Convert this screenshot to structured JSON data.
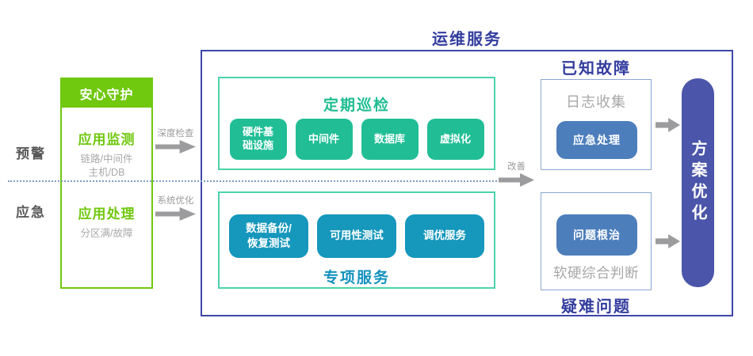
{
  "left_rail": {
    "warning_label": "预警",
    "emergency_label": "应急"
  },
  "guard": {
    "header": "安心守护",
    "monitor_title": "应用监测",
    "monitor_sub1": "链路/中间件",
    "monitor_sub2": "主机/DB",
    "handle_title": "应用处理",
    "handle_sub1": "分区满/故障"
  },
  "flow_labels": {
    "deep_check": "深度检查",
    "system_optimize": "系统优化",
    "improve": "改善"
  },
  "ops": {
    "title": "运维服务",
    "inspection": {
      "title": "定期巡检",
      "items": [
        "硬件基\n础设施",
        "中间件",
        "数据库",
        "虚拟化"
      ]
    },
    "special": {
      "title": "专项服务",
      "items": [
        "数据备份/\n恢复测试",
        "可用性测试",
        "调优服务"
      ]
    },
    "known_faults": {
      "title": "已知故障",
      "label": "日志收集",
      "chip": "应急处理"
    },
    "difficult": {
      "title": "疑难问题",
      "chip": "问题根治",
      "label": "软硬综合判断"
    },
    "pill": "方案优化"
  },
  "colors": {
    "bright_green": "#70C80F",
    "emerald": "#21BE96",
    "emerald_border": "#4BD3A9",
    "cyan": "#1697BC",
    "cyan_title": "#1492BE",
    "indigo_text": "#333D9E",
    "indigo_border": "#3C46A8",
    "pill_bg": "#4B55A9",
    "steel_blue": "#4D7EBC",
    "light_blue_border": "#8CA6D2",
    "gray_text": "#A8A8A8",
    "dark_gray_label": "#595959",
    "arrow_gray": "#9C9C9E",
    "dotted_line": "#7E9DC8"
  }
}
